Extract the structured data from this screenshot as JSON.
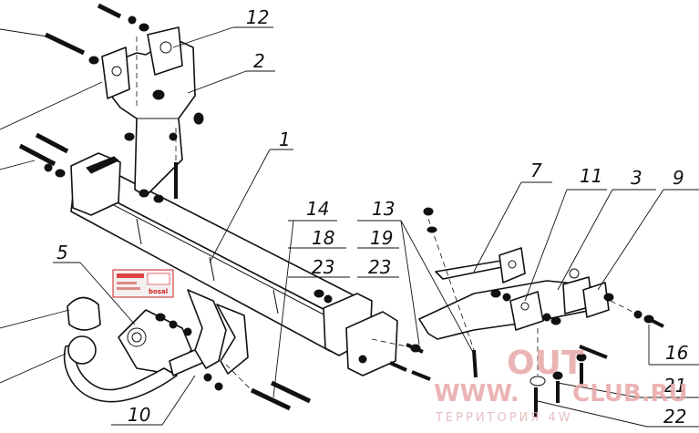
{
  "callouts": {
    "c1": "1",
    "c2": "2",
    "c3": "3",
    "c5": "5",
    "c7": "7",
    "c9": "9",
    "c10": "10",
    "c11": "11",
    "c12": "12",
    "c13": "13",
    "c14": "14",
    "c16": "16",
    "c18": "18",
    "c19": "19",
    "c21": "21",
    "c22": "22",
    "c23a": "23",
    "c23b": "23"
  },
  "sticker": {
    "brand": "bosal"
  },
  "watermark": {
    "line1": "OUT",
    "line2": "WWW.",
    "line3": "CLUB.RU",
    "line4": "ТЕРРИТОРИЯ 4W"
  },
  "colors": {
    "ink": "#111111",
    "watermark": "#e8a8a8",
    "sticker_red": "#cc2222"
  }
}
